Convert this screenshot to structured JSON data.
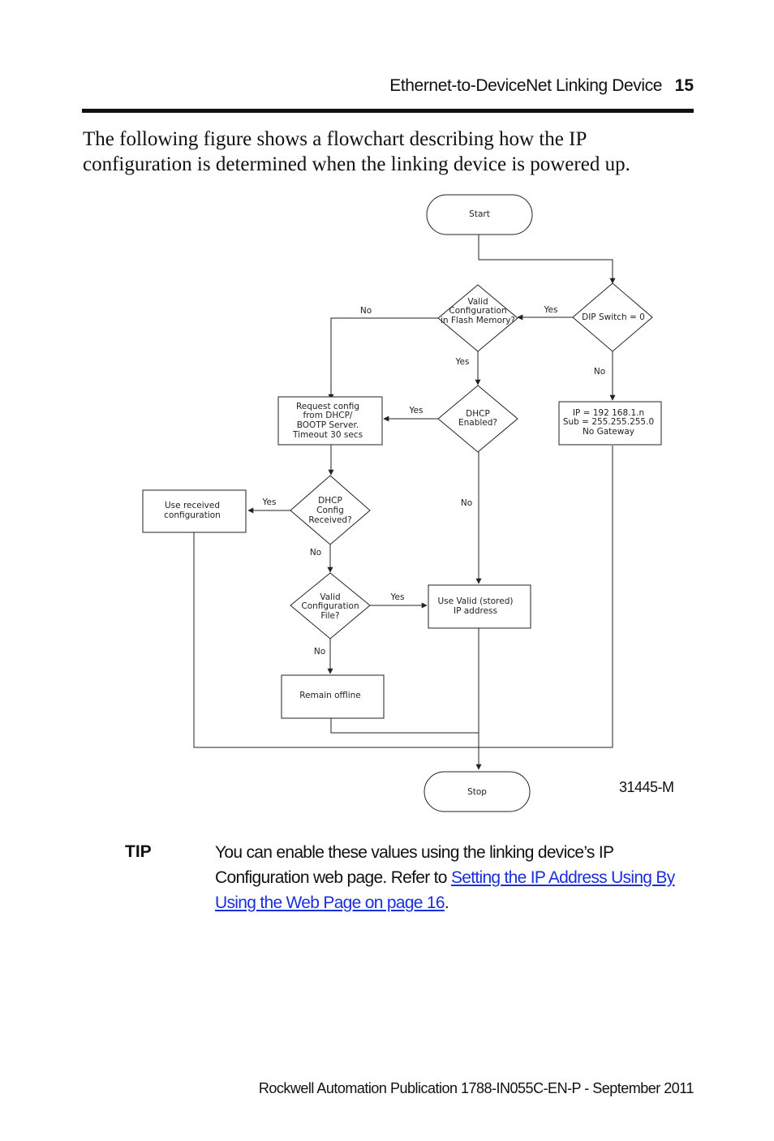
{
  "header": {
    "title": "Ethernet-to-DeviceNet Linking Device",
    "page_number": "15"
  },
  "intro_text": "The following figure shows a flowchart describing how the IP configuration is determined when the linking device is powered up.",
  "flowchart": {
    "start": "Start",
    "stop": "Stop",
    "dip_switch": "DIP Switch = 0",
    "valid_flash": [
      "Valid",
      "Configuration",
      "in Flash Memory?"
    ],
    "ip_default": [
      "IP = 192 168.1.n",
      "Sub = 255.255.255.0",
      "No Gateway"
    ],
    "dhcp_enabled": [
      "DHCP",
      "Enabled?"
    ],
    "request_config": [
      "Request config",
      "from DHCP/",
      "BOOTP Server.",
      "Timeout 30 secs"
    ],
    "dhcp_received": [
      "DHCP",
      "Config",
      "Received?"
    ],
    "use_received": [
      "Use received",
      "configuration"
    ],
    "valid_file": [
      "Valid",
      "Configuration",
      "File?"
    ],
    "use_valid_stored": [
      "Use Valid (stored)",
      "IP address"
    ],
    "remain_offline": "Remain offline",
    "labels": {
      "yes": "Yes",
      "no": "No"
    }
  },
  "figure_id": "31445-M",
  "tip": {
    "label": "TIP",
    "text_before": "You can enable these values using the linking device’s IP Configuration web page. Refer to ",
    "link_text": "Setting the IP Address Using By Using the Web Page on page 16",
    "text_after": "."
  },
  "footer": "Rockwell Automation Publication  1788-IN055C-EN-P - September 2011"
}
